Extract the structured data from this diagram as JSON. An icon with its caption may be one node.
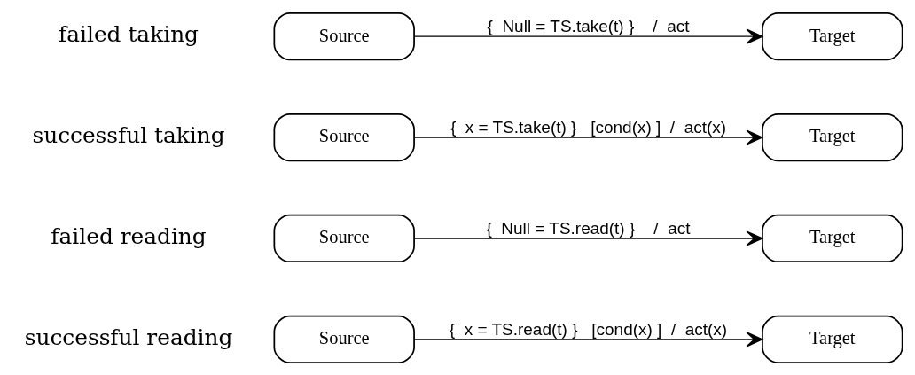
{
  "diagram": {
    "nodes": [
      {
        "text": [
          "Source"
        ]
      },
      {
        "text": [
          "Target"
        ]
      },
      {
        "text": [
          "Source"
        ]
      },
      {
        "text": [
          "Target"
        ]
      },
      {
        "text": [
          "Source"
        ]
      },
      {
        "text": [
          "Target"
        ]
      },
      {
        "text": [
          "Source"
        ]
      },
      {
        "text": [
          "Target"
        ]
      }
    ],
    "edges": [
      {
        "from": 0,
        "to": 1,
        "arrow": "to",
        "label": "{  x = TS.read(t) }   [cond(x) ]  /  act(x)"
      },
      {
        "from": 2,
        "to": 3,
        "arrow": "to",
        "label": "{  Null = TS.read(t) }    /  act"
      },
      {
        "from": 4,
        "to": 5,
        "arrow": "to",
        "label": "{  x = TS.take(t) }   [cond(x) ]  /  act(x)"
      },
      {
        "from": 6,
        "to": 7,
        "arrow": "to",
        "label": "{  Null = TS.take(t) }    /  act"
      }
    ],
    "labels": [
      "successful reading",
      "failed reading",
      "successful taking",
      "failed taking"
    ]
  }
}
